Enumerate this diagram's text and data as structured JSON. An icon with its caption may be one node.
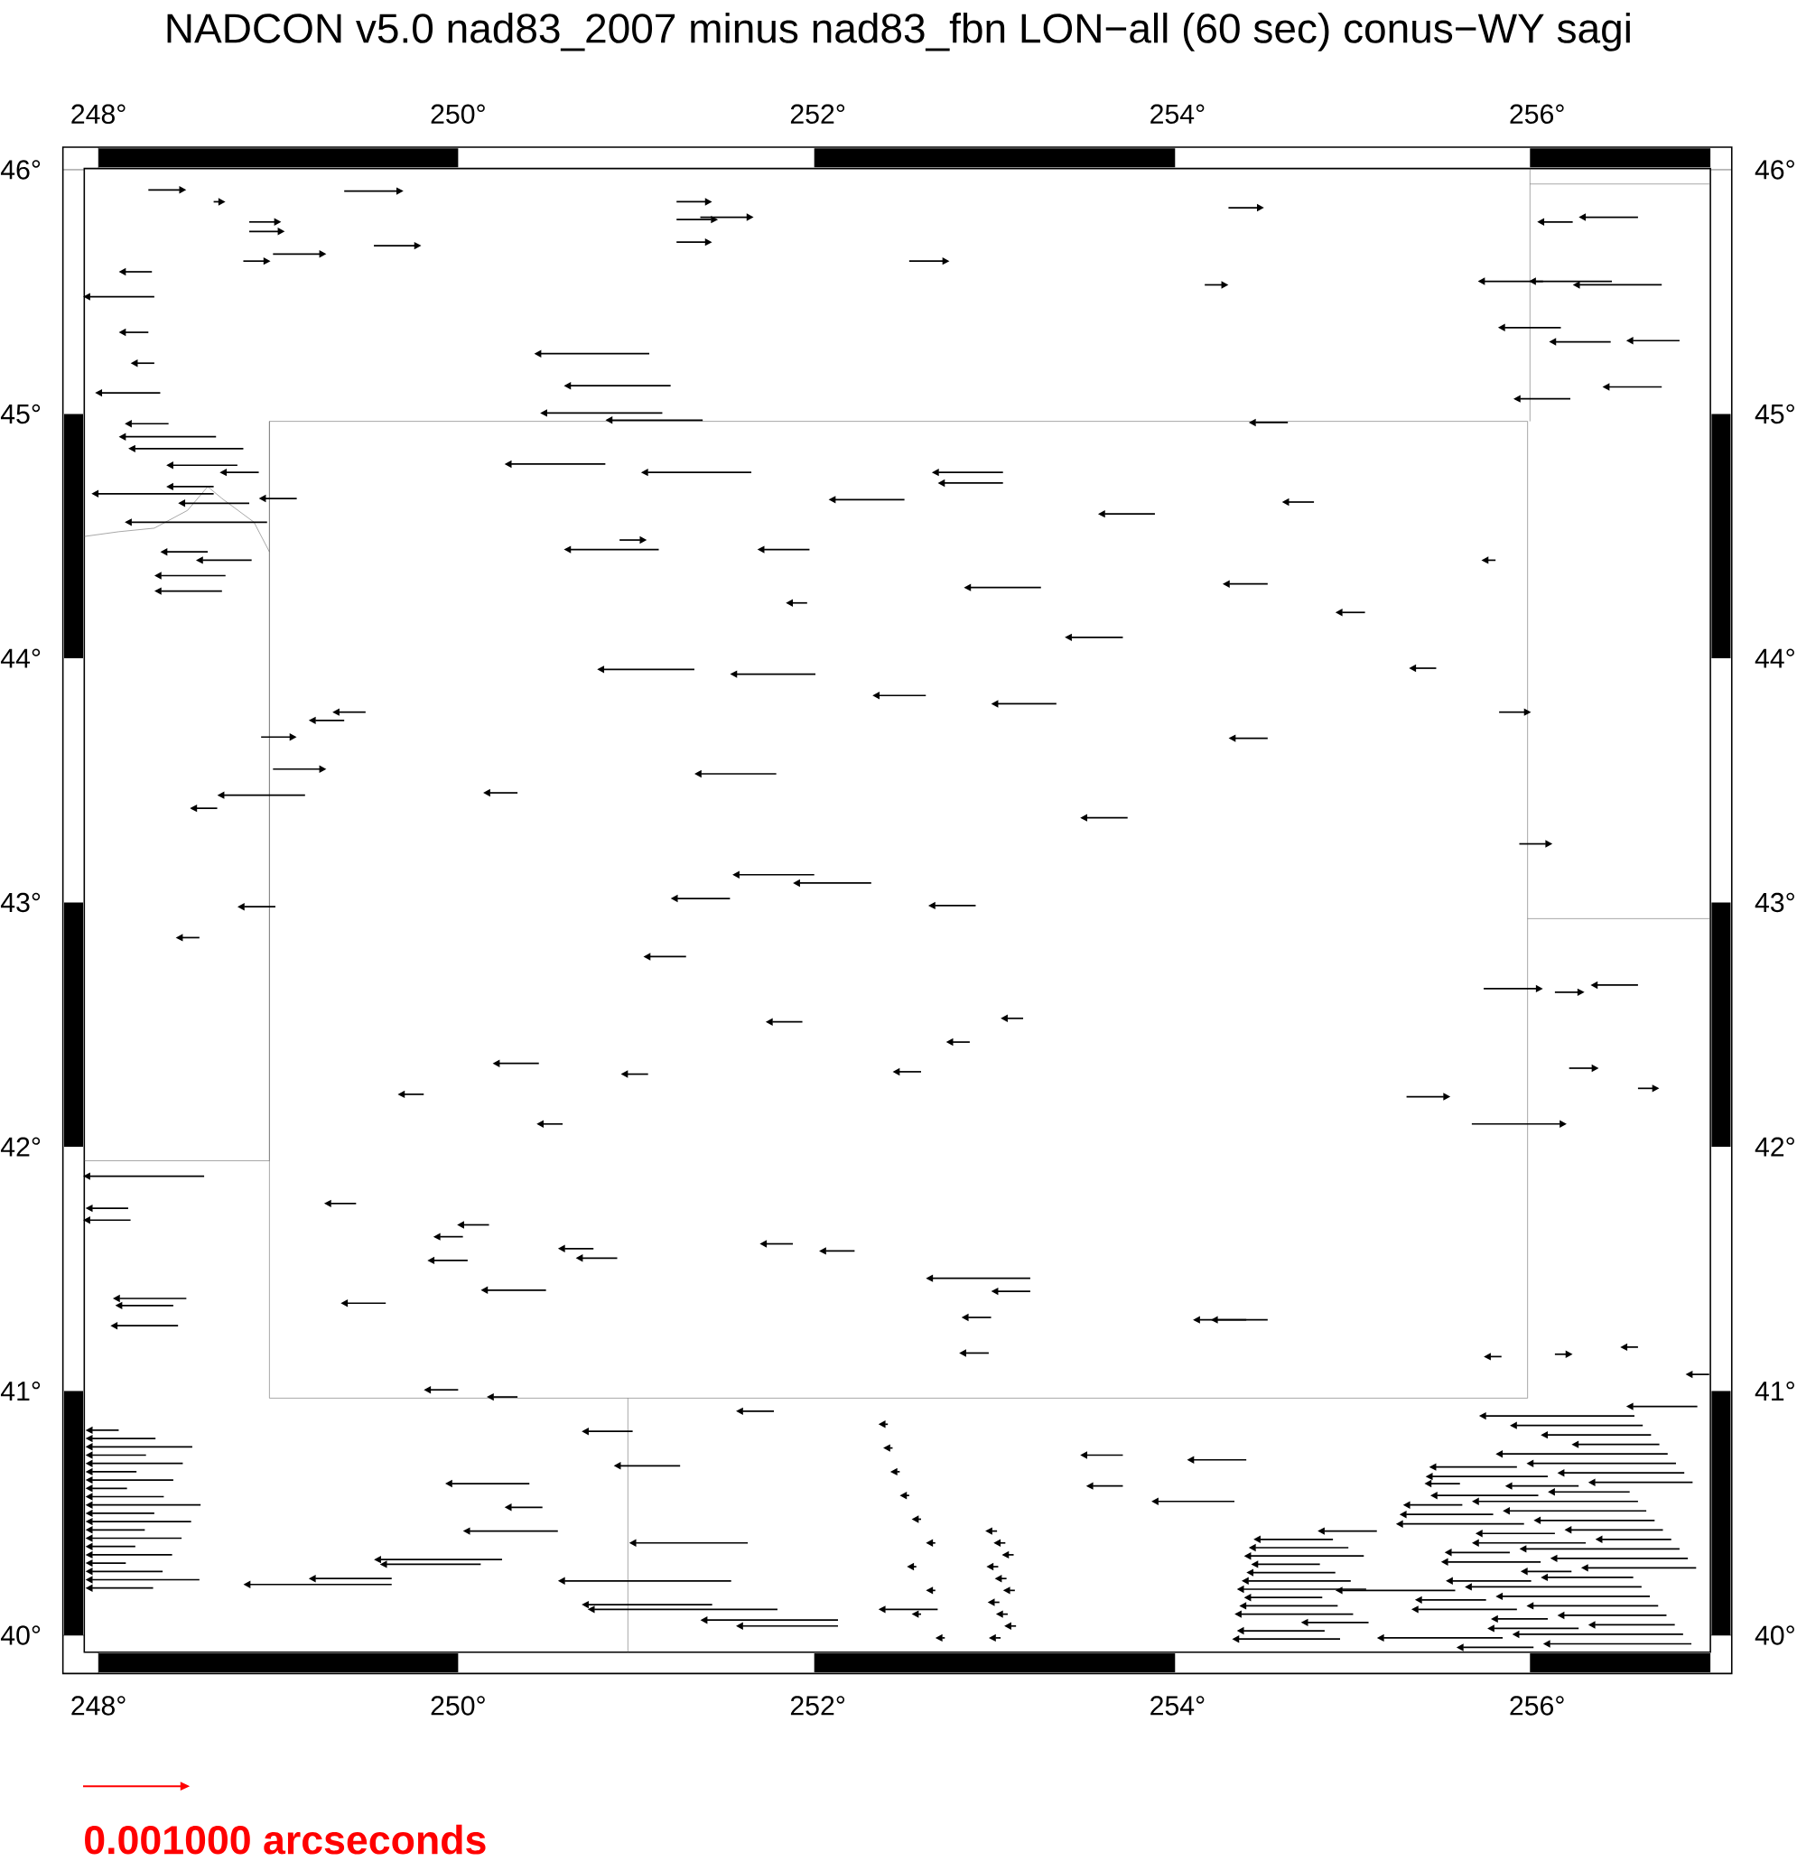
{
  "diagram": {
    "title": "NADCON v5.0 nad83_2007 minus nad83_fbn LON−all (60 sec) conus−WY sagi",
    "labels": [
      "248°",
      "250°",
      "252°",
      "254°",
      "256°",
      "46°",
      "46°",
      "45°",
      "45°",
      "44°",
      "44°",
      "43°",
      "43°",
      "42°",
      "42°",
      "41°",
      "41°",
      "40°",
      "40°",
      "248°",
      "250°",
      "252°",
      "254°",
      "256°",
      "0.001000 arcseconds"
    ]
  }
}
